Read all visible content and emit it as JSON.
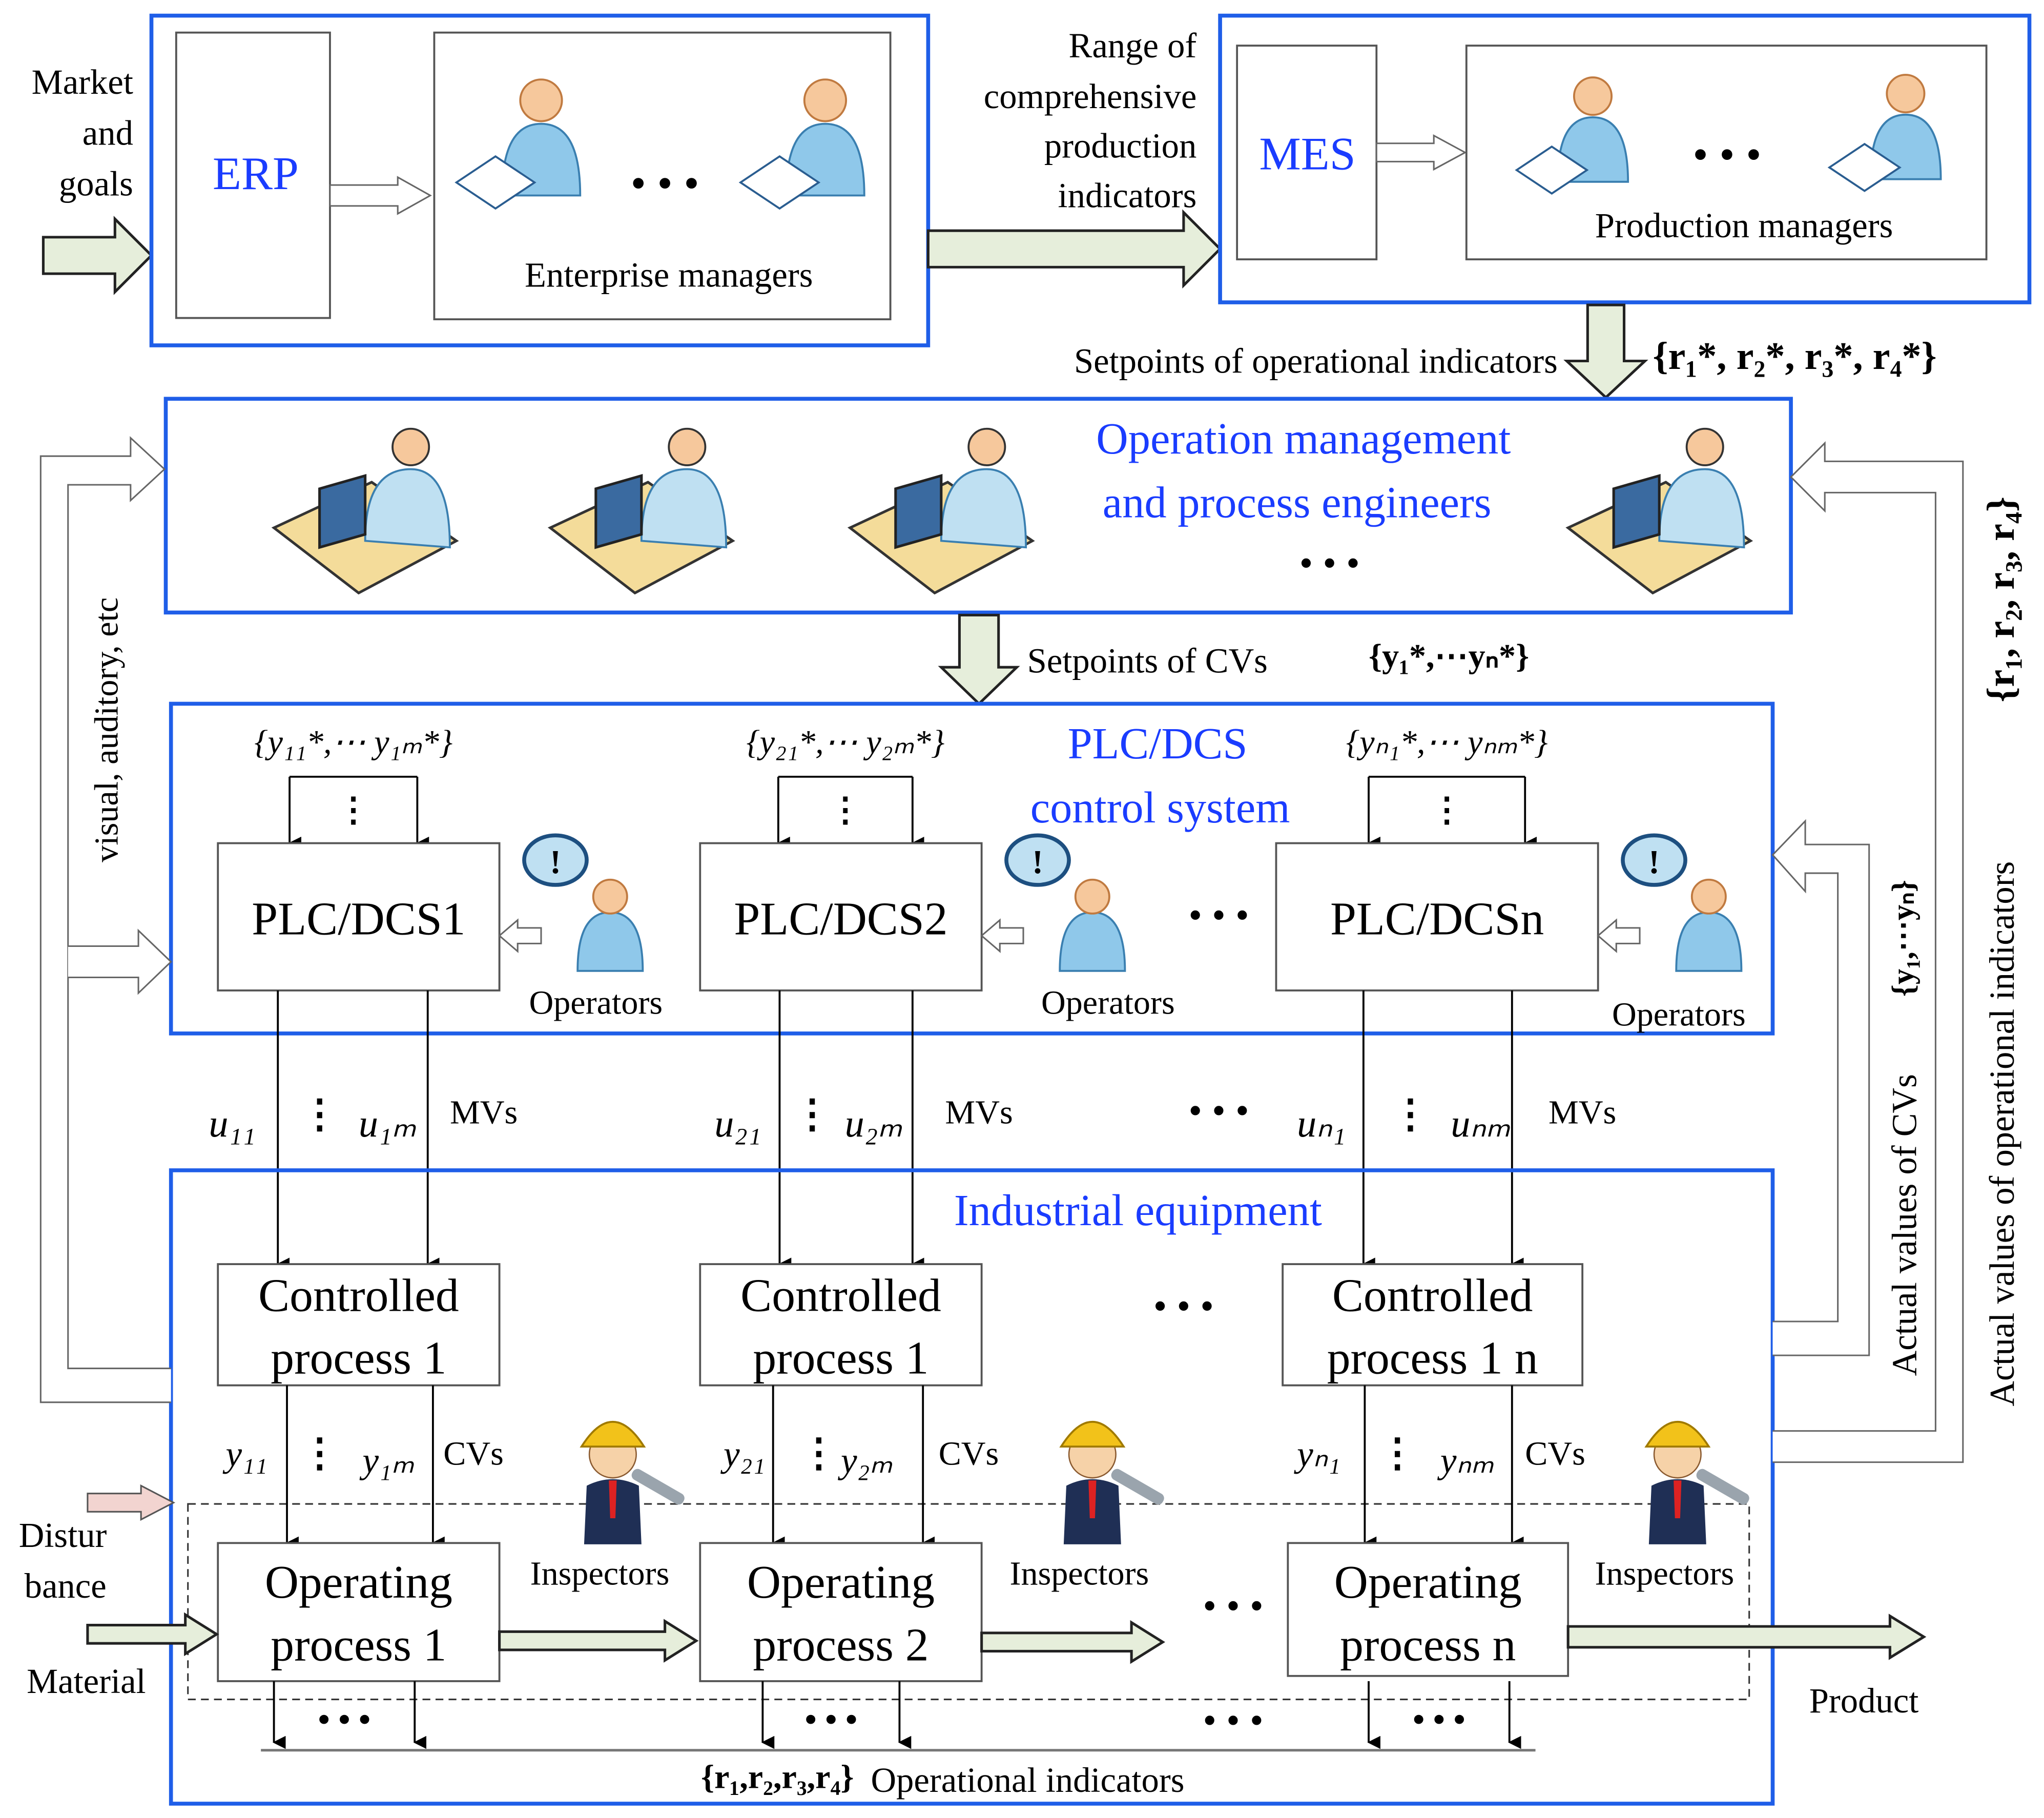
{
  "top": {
    "market_goals": [
      "Market",
      "and",
      "goals"
    ],
    "erp": "ERP",
    "enterprise_managers": "Enterprise managers",
    "range_text": [
      "Range of",
      "comprehensive",
      "production",
      "indicators"
    ],
    "mes": "MES",
    "production_managers": "Production managers",
    "setpoints_op": "Setpoints of operational indicators",
    "r_star": "{r₁*, r₂*, r₃*, r₄*}"
  },
  "operation": {
    "title": [
      "Operation management",
      "and process engineers"
    ],
    "ellipsis": "• • •"
  },
  "setpoints_cv": "Setpoints of CVs",
  "y_star": "{y₁*,⋯yₙ*}",
  "plc": {
    "title": [
      "PLC/DCS",
      "control system"
    ],
    "groups": [
      {
        "setpoints": "{y₁₁*,⋯ y₁ₘ*}",
        "unit": "PLC/DCS1",
        "operators": "Operators",
        "u1": "u₁₁",
        "u2": "u₁ₘ",
        "mvs": "MVs"
      },
      {
        "setpoints": "{y₂₁*,⋯ y₂ₘ*}",
        "unit": "PLC/DCS2",
        "operators": "Operators",
        "u1": "u₂₁",
        "u2": "u₂ₘ",
        "mvs": "MVs"
      },
      {
        "setpoints": "{yₙ₁*,⋯ yₙₘ*}",
        "unit": "PLC/DCSn",
        "operators": "Operators",
        "u1": "uₙ₁",
        "u2": "uₙₘ",
        "mvs": "MVs"
      }
    ]
  },
  "equipment": {
    "title": "Industrial equipment",
    "groups": [
      {
        "controlled": [
          "Controlled",
          "process 1"
        ],
        "y1": "y₁₁",
        "y2": "y₁ₘ",
        "cvs": "CVs",
        "inspectors": "Inspectors",
        "operating": [
          "Operating",
          "process 1"
        ]
      },
      {
        "controlled": [
          "Controlled",
          "process 1"
        ],
        "y1": "y₂₁",
        "y2": "y₂ₘ",
        "cvs": "CVs",
        "inspectors": "Inspectors",
        "operating": [
          "Operating",
          "process 2"
        ]
      },
      {
        "controlled": [
          "Controlled",
          "process 1 n"
        ],
        "y1": "yₙ₁",
        "y2": "yₙₘ",
        "cvs": "CVs",
        "inspectors": "Inspectors",
        "operating": [
          "Operating",
          "process n"
        ]
      }
    ],
    "r_actual": "{r₁,r₂,r₃,r₄}",
    "operational_indicators": "Operational indicators"
  },
  "left": {
    "feedback": "visual, auditory, etc",
    "disturbance": [
      "Distur",
      "bance"
    ],
    "material": "Material"
  },
  "right": {
    "actual_cvs": "Actual values of CVs",
    "y_actual": "{y₁,⋯yₙ}",
    "actual_indicators": "Actual values of operational indicators",
    "r_list": "{r₁, r₂, r₃, r₄}",
    "product": "Product"
  },
  "colors": {
    "frame": "#1f5ee8",
    "label_blue": "#1a3cff",
    "arrow_fill": "#e6eedb",
    "disturbance_arrow": "#f2d4d0"
  }
}
